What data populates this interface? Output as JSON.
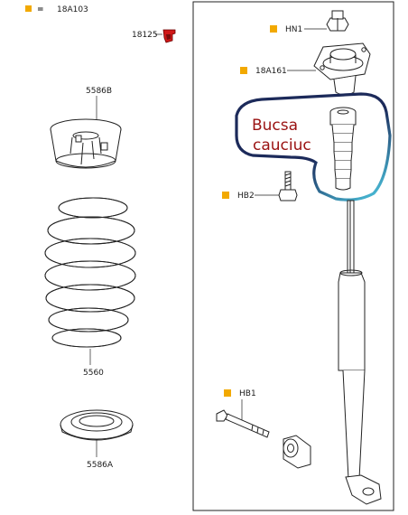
{
  "legend": {
    "equals": "=",
    "code": "18A103",
    "marker_color": "#f2a900"
  },
  "parts": {
    "p18125": "18125",
    "p5586B": "5586B",
    "p5560": "5560",
    "p5586A": "5586A",
    "pHN1": "HN1",
    "p18A161": "18A161",
    "pHB2": "HB2",
    "pHB1": "HB1"
  },
  "annotation": {
    "line1": "Bucsa",
    "line2": "cauciuc",
    "color": "#9a1212",
    "outline_color": "#1c2a5a"
  },
  "colors": {
    "marker": "#f2a900",
    "clip_red": "#d01818"
  }
}
